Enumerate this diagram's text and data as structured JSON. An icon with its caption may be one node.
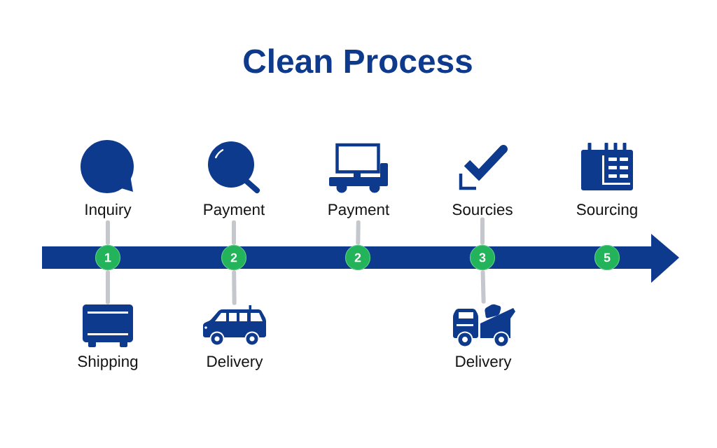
{
  "diagram": {
    "title": "Clean Process",
    "nodes": [
      {
        "text": [
          "Inquiry"
        ]
      },
      {
        "text": [
          "Payment"
        ]
      },
      {
        "text": [
          "Payment"
        ]
      },
      {
        "text": [
          "Sourcies"
        ]
      },
      {
        "text": [
          "Sourcing"
        ]
      },
      {
        "text": [
          "1"
        ]
      },
      {
        "text": [
          "2"
        ]
      },
      {
        "text": [
          "2"
        ]
      },
      {
        "text": [
          "3"
        ]
      },
      {
        "text": [
          "5"
        ]
      },
      {
        "text": [],
        "shape": "picture",
        "beside": [
          "Shipping"
        ]
      },
      {
        "text": [],
        "shape": "picture",
        "beside": [
          "Delivery"
        ]
      },
      {
        "text": [],
        "shape": "picture",
        "beside": [
          "Delivery"
        ]
      }
    ],
    "edges": [
      {
        "from": 0,
        "to": 5,
        "arrow": "none"
      },
      {
        "from": 1,
        "to": 6,
        "arrow": "none"
      },
      {
        "from": 2,
        "to": 7,
        "arrow": "none"
      },
      {
        "from": 3,
        "to": 8,
        "arrow": "none"
      },
      {
        "from": 5,
        "to": 10,
        "arrow": "none"
      },
      {
        "from": 6,
        "to": 11,
        "arrow": "none"
      },
      {
        "from": 8,
        "to": 12,
        "arrow": "none"
      }
    ]
  }
}
